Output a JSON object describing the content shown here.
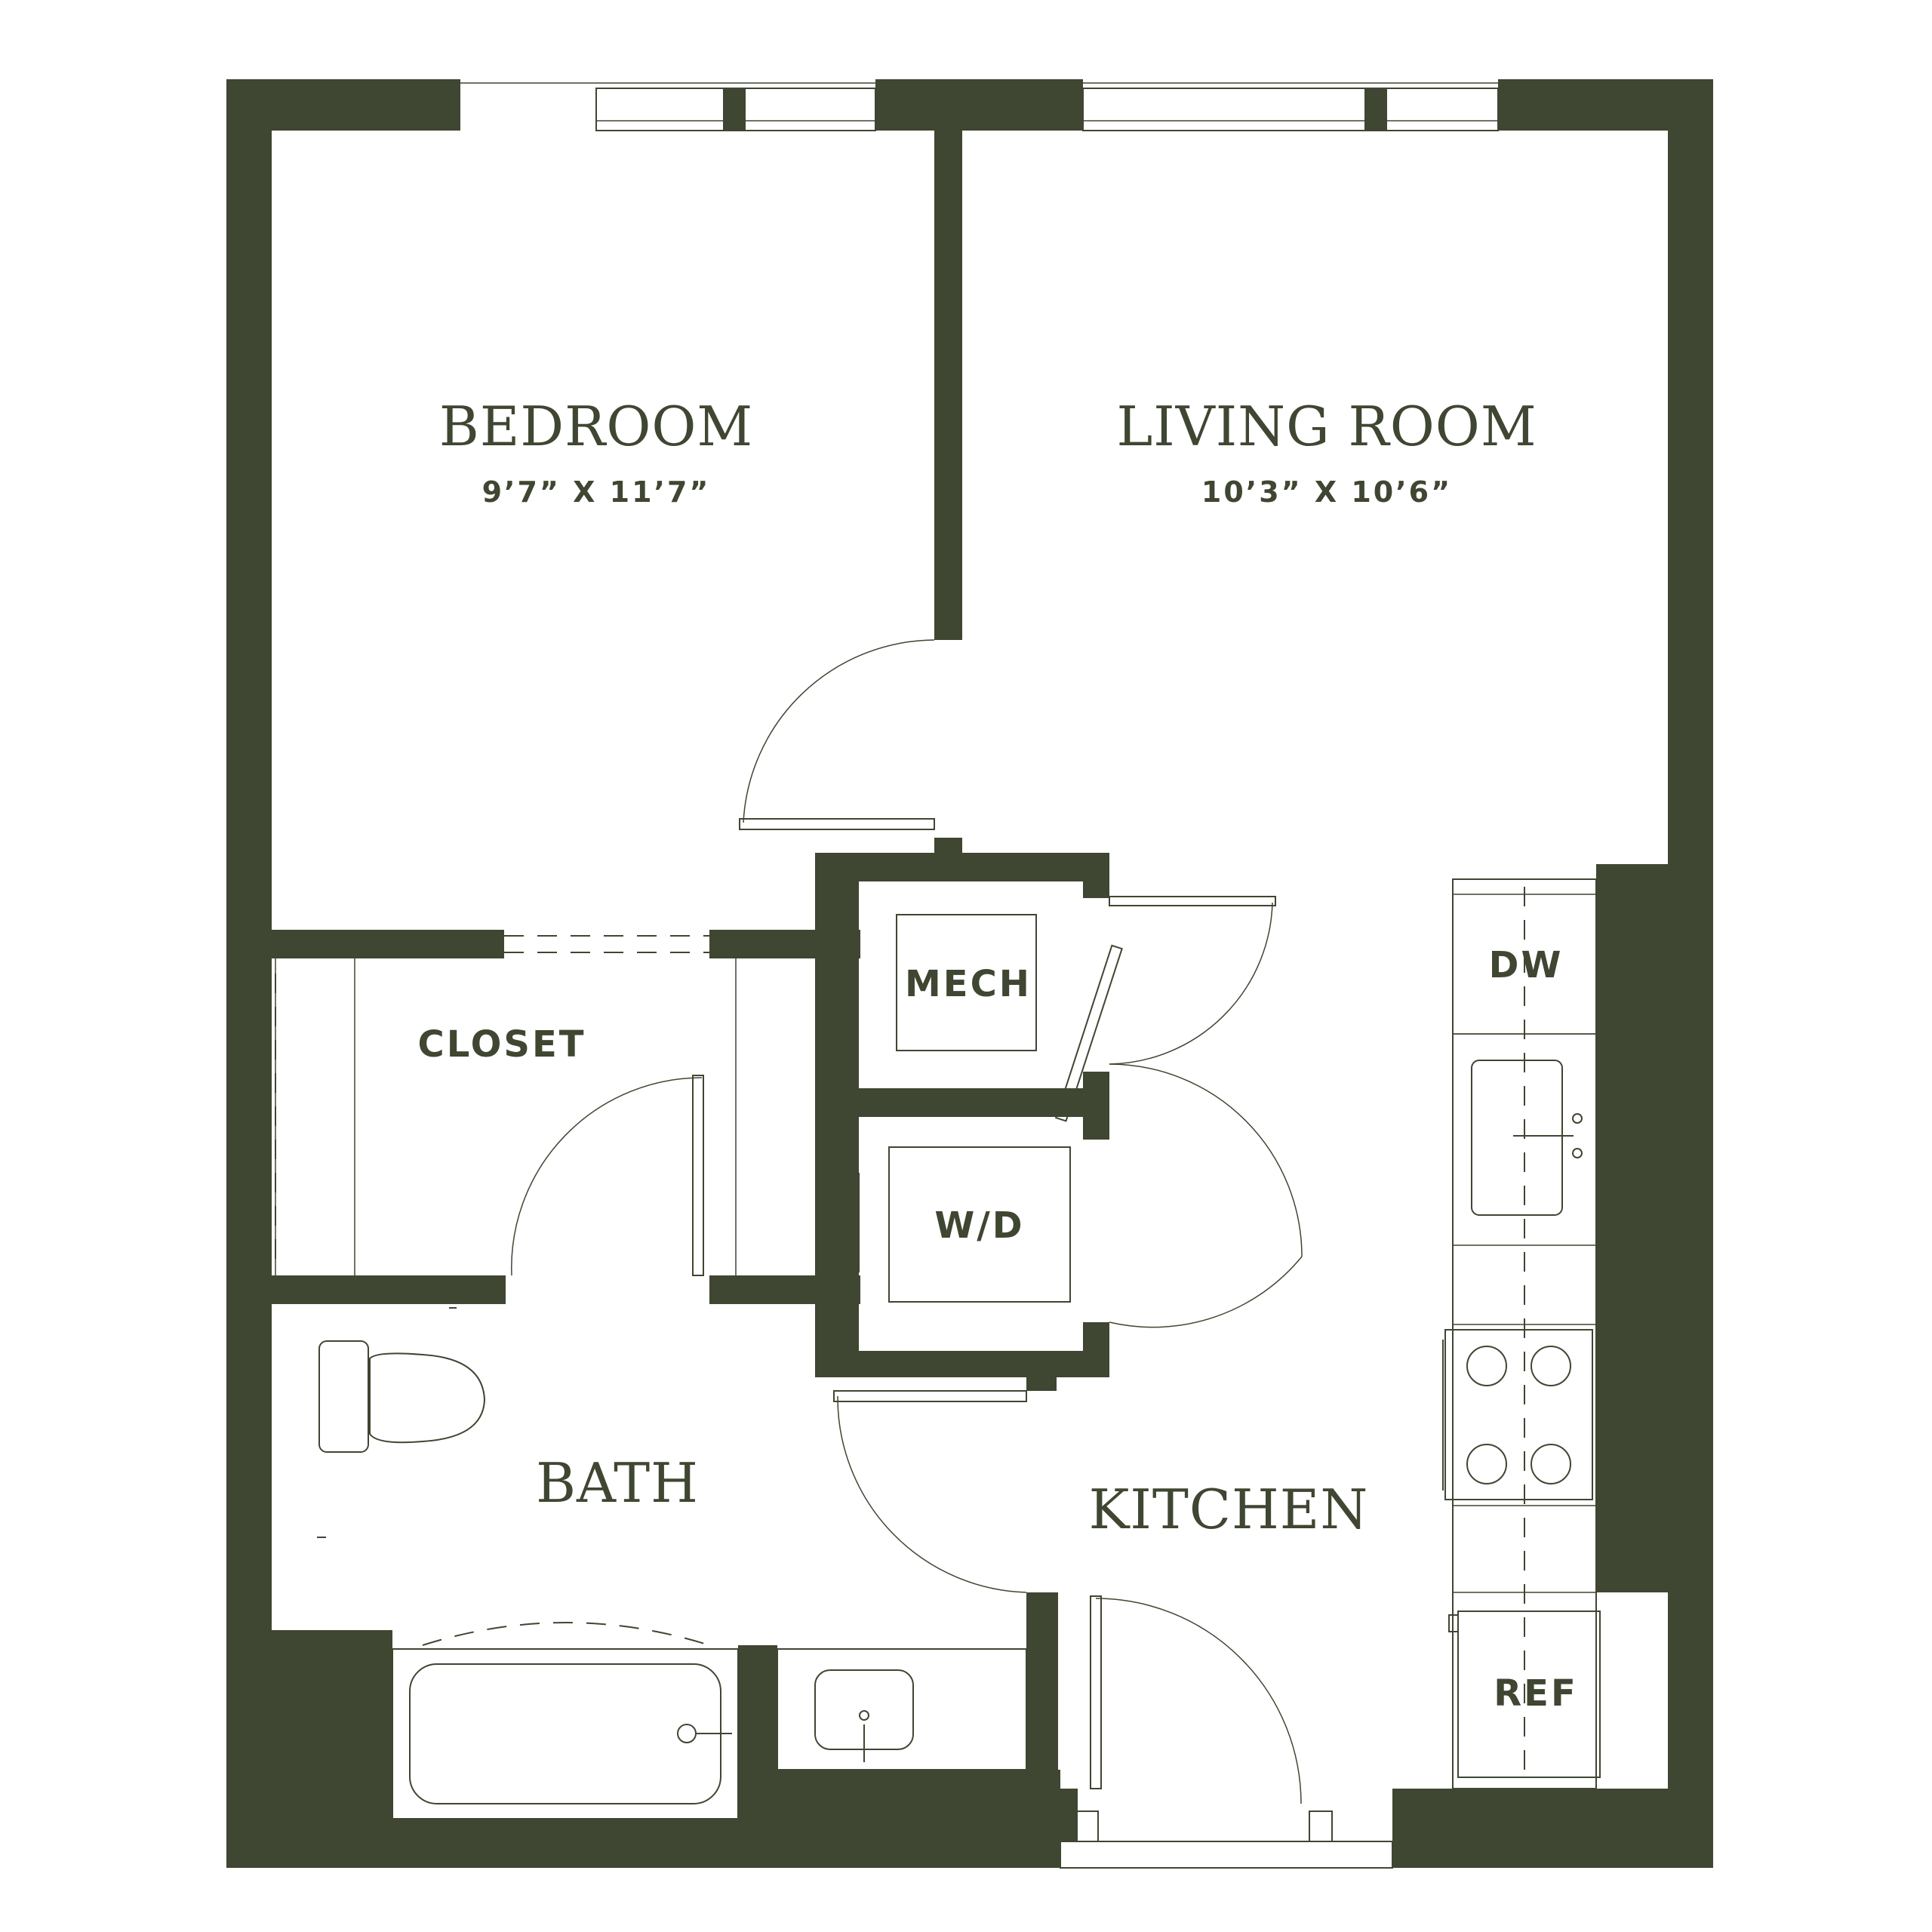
{
  "colors": {
    "wall": "#3f4631",
    "background": "#ffffff"
  },
  "rooms": {
    "bedroom": {
      "name": "BEDROOM",
      "dimensions": "9’7” X 11’7”"
    },
    "living_room": {
      "name": "LIVING ROOM",
      "dimensions": "10’3” X 10’6”"
    },
    "bath": {
      "name": "BATH"
    },
    "kitchen": {
      "name": "KITCHEN"
    }
  },
  "labels": {
    "closet": "CLOSET",
    "mech": "MECH",
    "wd": "W/D",
    "dw": "DW",
    "ref": "REF"
  }
}
